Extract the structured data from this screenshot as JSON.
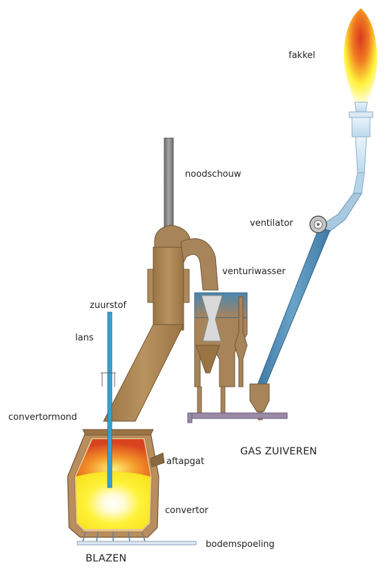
{
  "labels": {
    "fakkel": "fakkel",
    "noodschouw": "noodschouw",
    "ventilator": "ventilator",
    "venturiwasser": "venturiwasser",
    "zuurstof": "zuurstof",
    "lans": "lans",
    "convertormond": "convertormond",
    "aftapgat": "aftapgat",
    "convertor": "convertor",
    "bodemspoeling": "bodemspoeling"
  },
  "sections": {
    "gas_zuiveren": "GAS ZUIVEREN",
    "blazen": "BLAZEN"
  },
  "colors": {
    "flue_gas_duct": "#a8845a",
    "duct_outline": "#6e5534",
    "clean_gas": "#4a86b0",
    "oxygen_lance": "#3a9fd0",
    "chimney": "#8a8a8a",
    "base_rail": "#9a8aa6",
    "flame_yellow": "#fff23a",
    "flame_red": "#d83a1e"
  },
  "icons": [
    "flame-icon",
    "fan-icon",
    "venturi-icon"
  ]
}
